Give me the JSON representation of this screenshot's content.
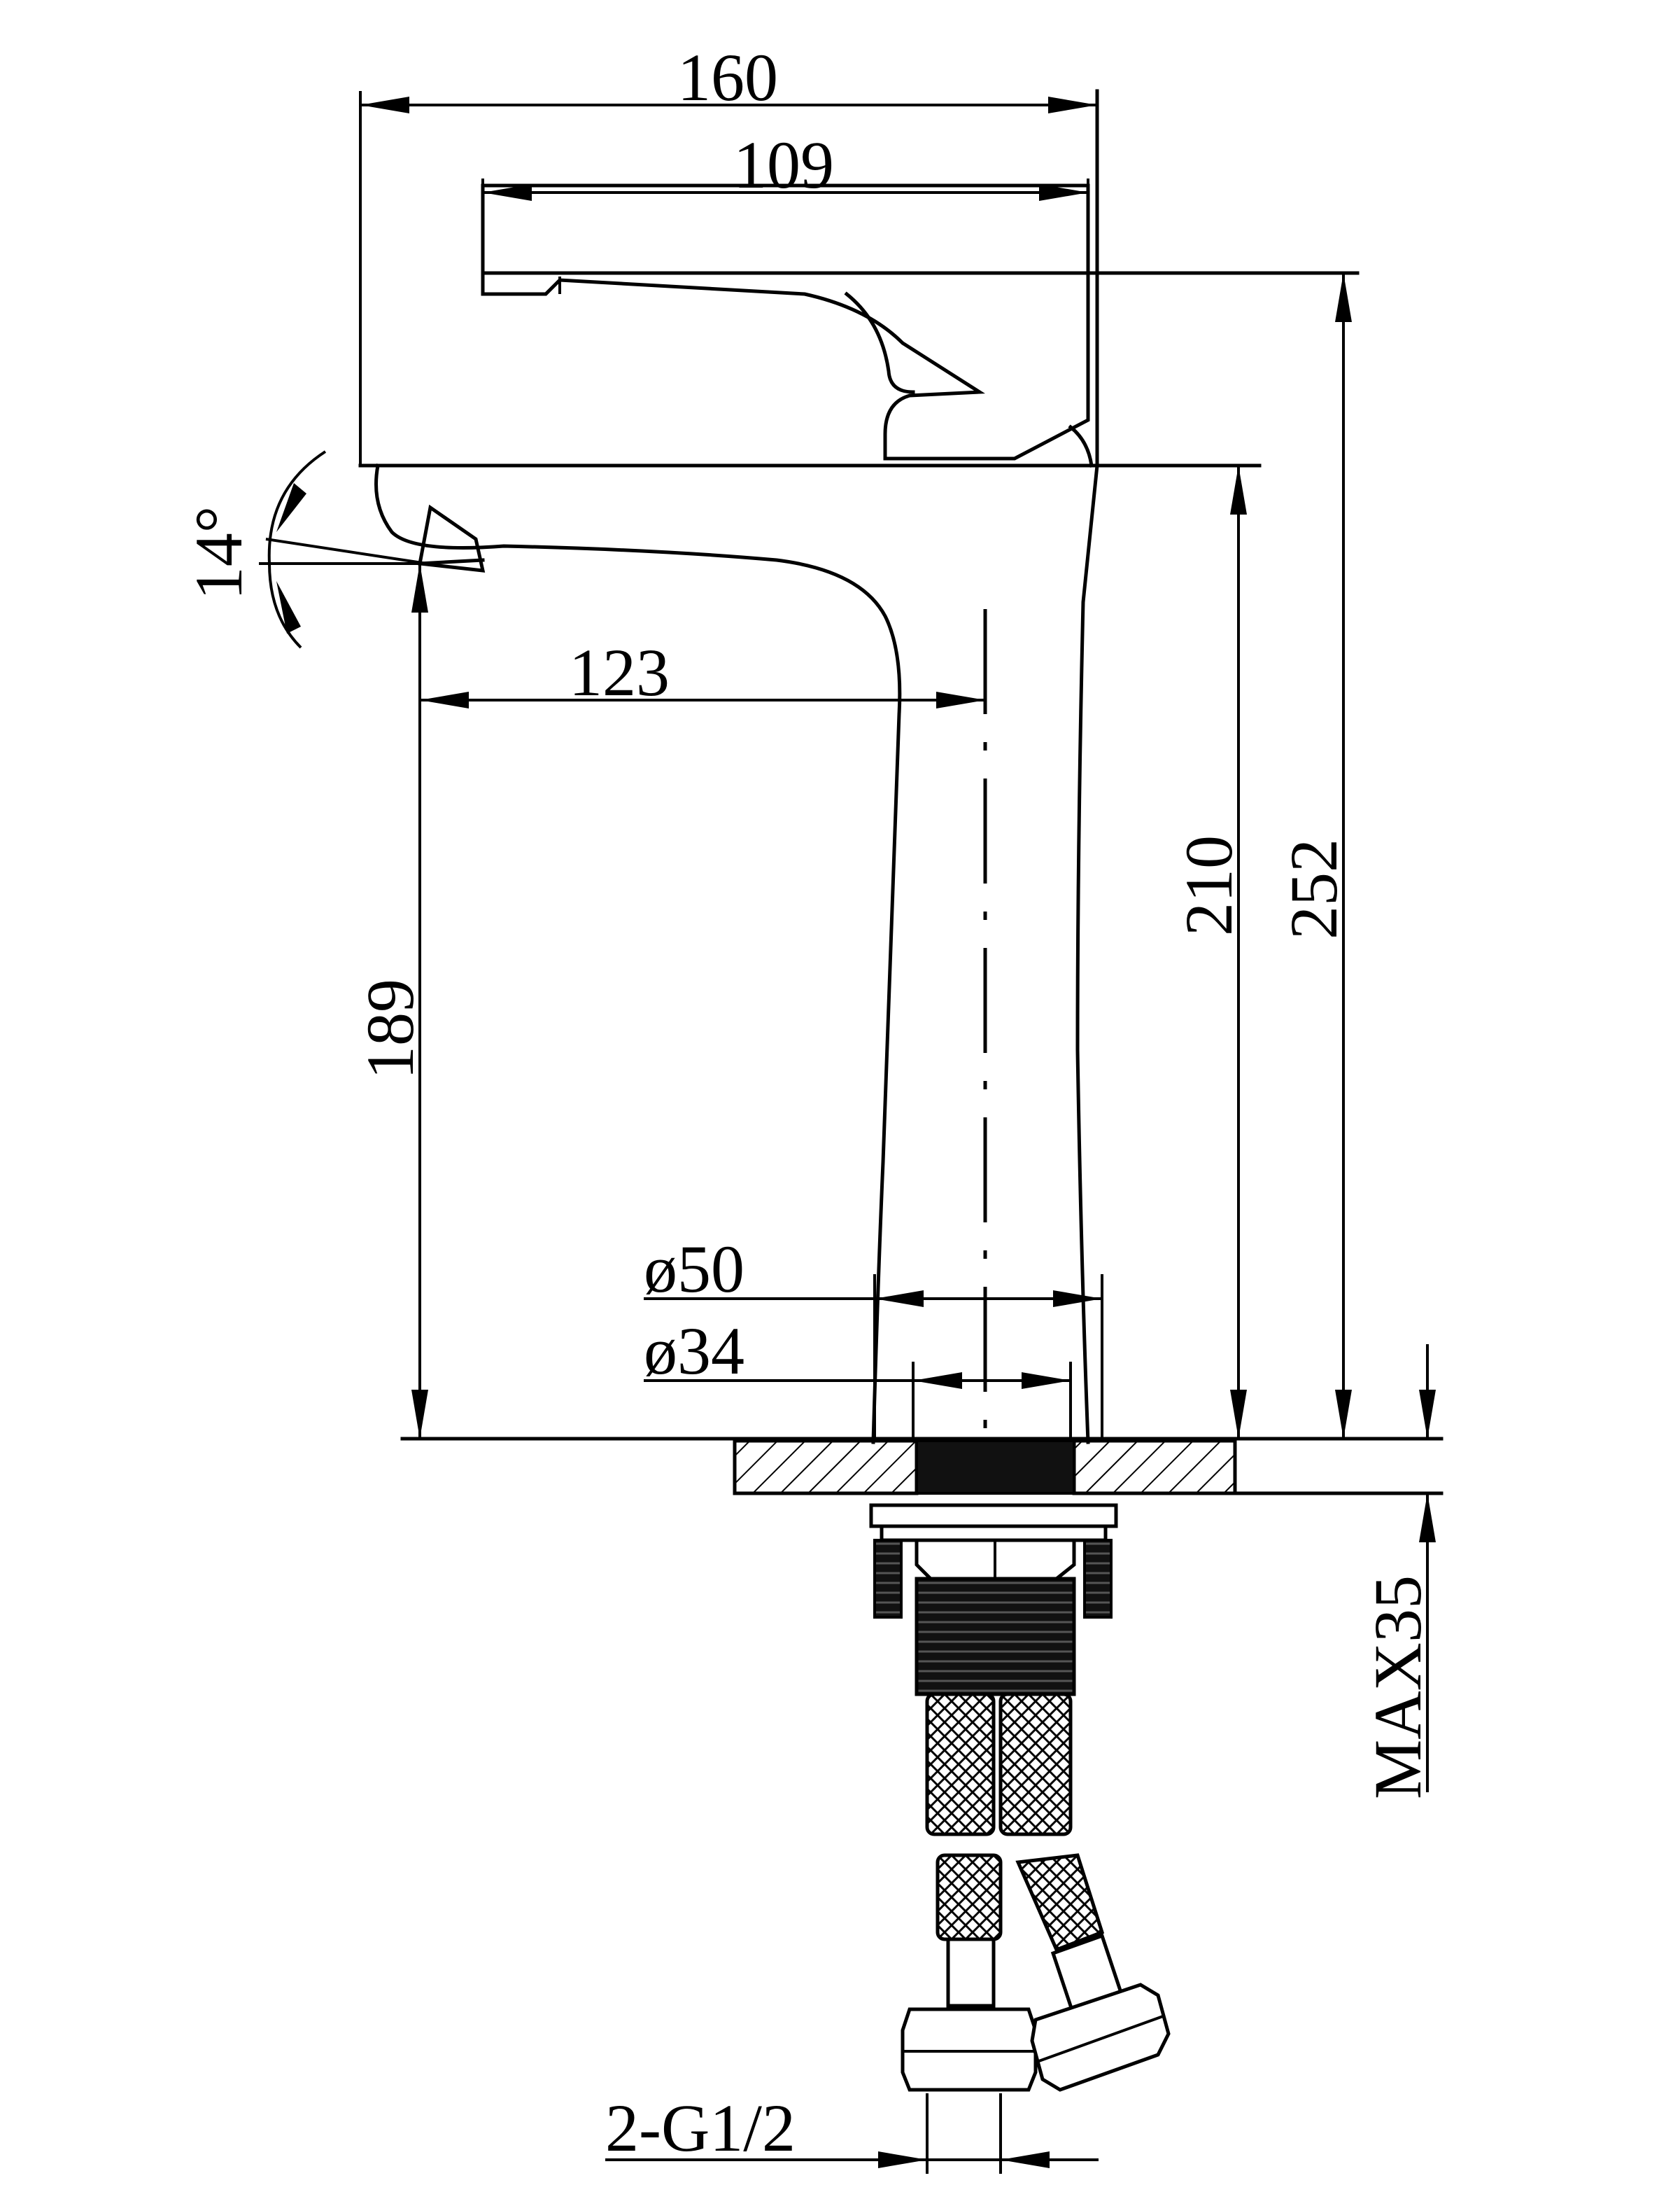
{
  "dimensions": {
    "overall_width": "160",
    "handle_width": "109",
    "spout_reach": "123",
    "spout_height": "189",
    "body_height": "210",
    "total_height": "252",
    "tilt_angle": "14°",
    "base_diameter": "ø50",
    "shank_diameter": "ø34",
    "max_deck_thickness": "MAX35",
    "hose_connection": "2-G1/2"
  },
  "colors": {
    "line": "#000000",
    "background": "#ffffff"
  }
}
